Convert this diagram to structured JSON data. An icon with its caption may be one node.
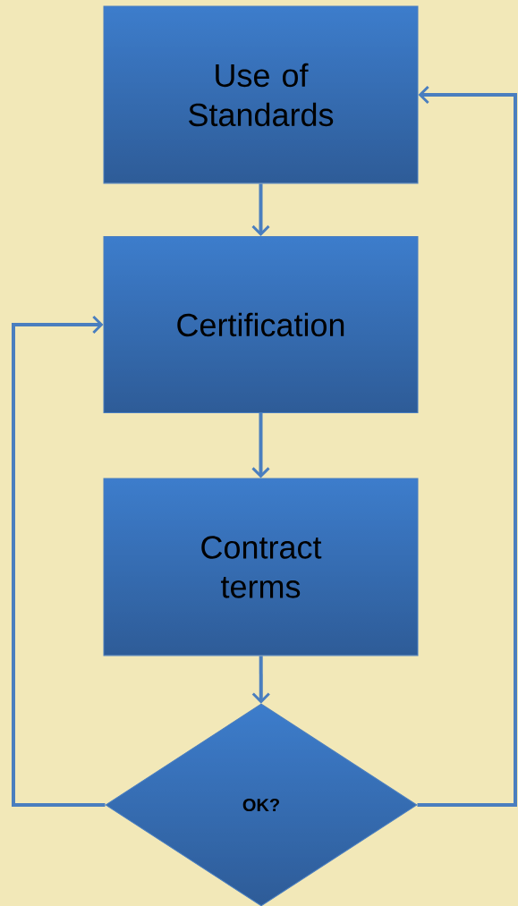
{
  "diagram": {
    "nodes": [
      {
        "text": [
          "Use of Standards"
        ]
      },
      {
        "text": [
          "Certification"
        ]
      },
      {
        "text": [
          "Contract terms"
        ]
      },
      {
        "text": [
          "OK?"
        ]
      }
    ],
    "edges": [
      {
        "from": 0,
        "to": 1,
        "arrow": "to"
      },
      {
        "from": 1,
        "to": 2,
        "arrow": "to"
      },
      {
        "from": 2,
        "to": 3,
        "arrow": "to"
      },
      {
        "from": 3,
        "to": 1,
        "arrow": "to"
      },
      {
        "from": 3,
        "to": 0,
        "arrow": "to"
      }
    ]
  }
}
